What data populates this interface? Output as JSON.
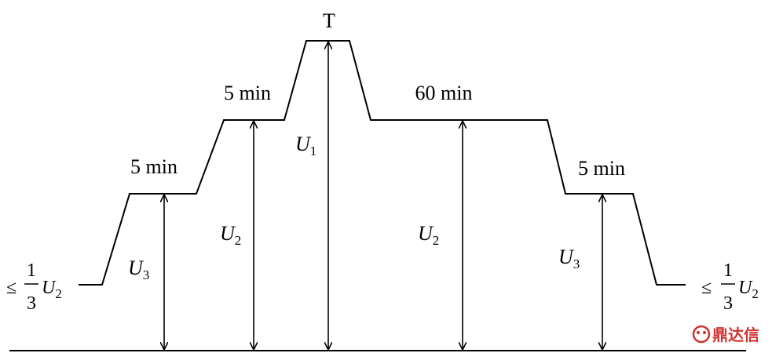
{
  "diagram": {
    "peak_label": "T",
    "stage_durations": {
      "step1": "5 min",
      "step2": "5 min",
      "hold": "60 min",
      "step4": "5 min"
    },
    "voltages": {
      "u1": {
        "base": "U",
        "sub": "1"
      },
      "u2_left": {
        "base": "U",
        "sub": "2"
      },
      "u2_right": {
        "base": "U",
        "sub": "2"
      },
      "u3_left": {
        "base": "U",
        "sub": "3"
      },
      "u3_right": {
        "base": "U",
        "sub": "3"
      }
    },
    "start_level": {
      "relation": "≤",
      "numerator": "1",
      "denominator": "3",
      "base": "U",
      "sub": "2"
    },
    "end_level": {
      "relation": "≤",
      "numerator": "1",
      "denominator": "3",
      "base": "U",
      "sub": "2"
    }
  },
  "watermark": {
    "text": "鼎达信",
    "color": "#d0332e"
  }
}
